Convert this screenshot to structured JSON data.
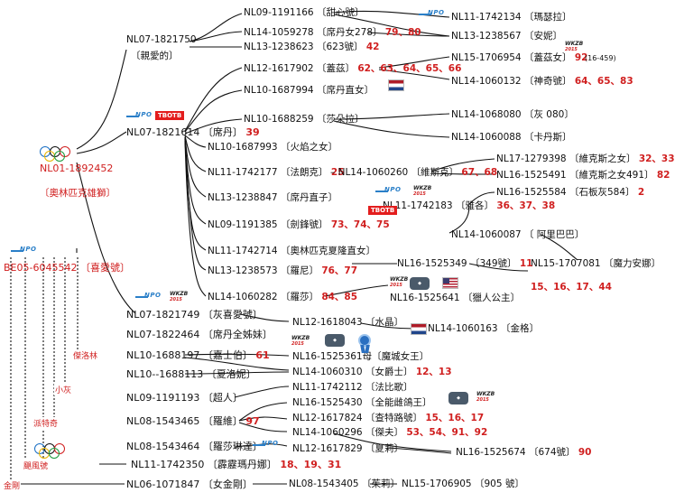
{
  "nodes": {
    "n01": {
      "id": "NL09-1191166",
      "name": "〔甜心號〕",
      "nums": ""
    },
    "n02": {
      "id": "NL11-1742134",
      "name": "〔瑪瑟拉〕",
      "nums": ""
    },
    "n03": {
      "id": "NL14-1059278",
      "name": "〔席丹女278〕",
      "nums": "79、80"
    },
    "n04": {
      "id": "NL13-1238567",
      "name": "〔安妮〕",
      "nums": ""
    },
    "n05": {
      "id": "NL07-1821750",
      "name": "",
      "nums": ""
    },
    "n05b": {
      "id": "",
      "name": "〔親愛的〕",
      "nums": ""
    },
    "n06": {
      "id": "NL13-1238623",
      "name": "〔623號〕",
      "nums": "42"
    },
    "n07": {
      "id": "NL15-1706954",
      "name": "〔蓋茲女〕",
      "nums": "92"
    },
    "n07b": {
      "id": "",
      "name": "(16-459)",
      "nums": ""
    },
    "n08": {
      "id": "NL12-1617902",
      "name": "〔蓋茲〕",
      "nums": "62、63、64、65、66"
    },
    "n09": {
      "id": "NL14-1060132",
      "name": "〔神奇號〕",
      "nums": "64、65、83"
    },
    "n10": {
      "id": "NL10-1687994",
      "name": "〔席丹直女〕",
      "nums": ""
    },
    "n11": {
      "id": "NL10-1688259",
      "name": "〔莎朵拉〕",
      "nums": ""
    },
    "n12": {
      "id": "NL14-1068080",
      "name": "〔灰 080〕",
      "nums": ""
    },
    "n13": {
      "id": "NL07-1821614",
      "name": "〔席丹〕",
      "nums": "39"
    },
    "n14": {
      "id": "NL14-1060088",
      "name": "〔卡丹斯〕",
      "nums": ""
    },
    "n15": {
      "id": "NL10-1687993",
      "name": "〔火焰之女〕",
      "nums": ""
    },
    "n16": {
      "id": "NL17-1279398",
      "name": "〔維克斯之女〕",
      "nums": "32、33"
    },
    "n17": {
      "id": "NL11-1742177",
      "name": "〔法朗克〕",
      "nums": "25"
    },
    "n18": {
      "id": "NL14-1060260",
      "name": "〔維斯克〕",
      "nums": "67、68"
    },
    "n19": {
      "id": "NL16-1525491",
      "name": "〔維克斯之女491〕",
      "nums": "82"
    },
    "n20": {
      "id": "NL01-1892452",
      "name": "",
      "nums": ""
    },
    "n20b": {
      "id": "",
      "name": "〔奧林匹克雄獅〕",
      "nums": ""
    },
    "n21": {
      "id": "NL13-1238847",
      "name": "〔席丹直子〕",
      "nums": ""
    },
    "n22": {
      "id": "NL16-1525584",
      "name": "〔石板灰584〕",
      "nums": "2"
    },
    "n23": {
      "id": "NL11-1742183",
      "name": "〔雅各〕",
      "nums": "36、37、38"
    },
    "n24": {
      "id": "NL09-1191385",
      "name": "〔劍鋒號〕",
      "nums": "73、74、75"
    },
    "n25": {
      "id": "NL14-1060087",
      "name": "〔 阿里巴巴〕",
      "nums": ""
    },
    "n26": {
      "id": "BE05-6045542",
      "name": "〔喜愛號〕",
      "nums": ""
    },
    "n27": {
      "id": "NL11-1742714",
      "name": "〔奧林匹克夏隆直女〕",
      "nums": ""
    },
    "n28": {
      "id": "NL15-1707081",
      "name": "〔魔力安娜〕",
      "nums": ""
    },
    "n29": {
      "id": "NL16-1525349",
      "name": "〔349號〕",
      "nums": "11"
    },
    "n30": {
      "id": "NL13-1238573",
      "name": "〔羅尼〕",
      "nums": "76、77"
    },
    "n31": {
      "id": "",
      "name": "",
      "nums": "15、16、17、44"
    },
    "n32": {
      "id": "NL14-1060282",
      "name": "〔羅莎〕",
      "nums": "84、85"
    },
    "n33": {
      "id": "NL16-1525641",
      "name": "〔獵人公主〕",
      "nums": ""
    },
    "n34": {
      "id": "NL07-1821749",
      "name": "〔灰喜愛號〕",
      "nums": ""
    },
    "n35": {
      "id": "NL12-1618043",
      "name": "〔水晶〕",
      "nums": ""
    },
    "n36": {
      "id": "NL07-1822464",
      "name": "〔席丹全姊妹〕",
      "nums": ""
    },
    "n37": {
      "id": "NL14-1060163",
      "name": "〔金格〕",
      "nums": ""
    },
    "n38": {
      "id": "NL10-1688197",
      "name": "〔嘉士伯〕",
      "nums": "61"
    },
    "n39": {
      "id": "NL16-1525361",
      "name": "母〔魔城女王〕",
      "nums": ""
    },
    "n40": {
      "id": "NL10--1688113",
      "name": "〔夏洛妮〕",
      "nums": ""
    },
    "n41": {
      "id": "NL14-1060310",
      "name": "〔女爵士〕",
      "nums": "12、13"
    },
    "n42": {
      "id": "NL11-1742112",
      "name": "〔法比歌〕",
      "nums": ""
    },
    "n43": {
      "id": "NL09-1191193",
      "name": "〔超人〕",
      "nums": ""
    },
    "n44": {
      "id": "NL16-1525430",
      "name": "〔全能雌鴿王〕",
      "nums": ""
    },
    "n45": {
      "id": "NL08-1543465",
      "name": "〔羅維〕",
      "nums": "97"
    },
    "n46": {
      "id": "NL12-1617824",
      "name": "〔查特路號〕",
      "nums": "15、16、17"
    },
    "n47": {
      "id": "NL14-1060296",
      "name": "〔傑夫〕",
      "nums": "53、54、91、92"
    },
    "n48": {
      "id": "NL08-1543464",
      "name": "〔羅莎琳達〕",
      "nums": ""
    },
    "n49": {
      "id": "NL12-1617829",
      "name": "〔夏莉〕",
      "nums": ""
    },
    "n50": {
      "id": "NL16-1525674",
      "name": "〔674號〕",
      "nums": "90"
    },
    "n51": {
      "id": "NL11-1742350",
      "name": "〔霹靂瑪丹娜〕",
      "nums": "18、19、31"
    },
    "n52": {
      "id": "NL06-1071847",
      "name": "〔女金剛〕",
      "nums": ""
    },
    "n53": {
      "id": "NL08-1543405",
      "name": "〔茱莉〕",
      "nums": ""
    },
    "n54": {
      "id": "NL15-1706905",
      "name": "〔905 號〕",
      "nums": ""
    }
  },
  "labels": {
    "l1": "傑洛林",
    "l2": "小灰",
    "l3": "派特奇",
    "l4": "颶風號",
    "l5": "金剛"
  },
  "badges": {
    "tbotb": "TBOTB",
    "npo": "NPO",
    "wkzb": "WKZB",
    "wkzb_sub": "2015"
  },
  "colors": {
    "accent_red": "#d01f1f",
    "line": "#111111",
    "npo_blue": "#2a7fc8"
  }
}
